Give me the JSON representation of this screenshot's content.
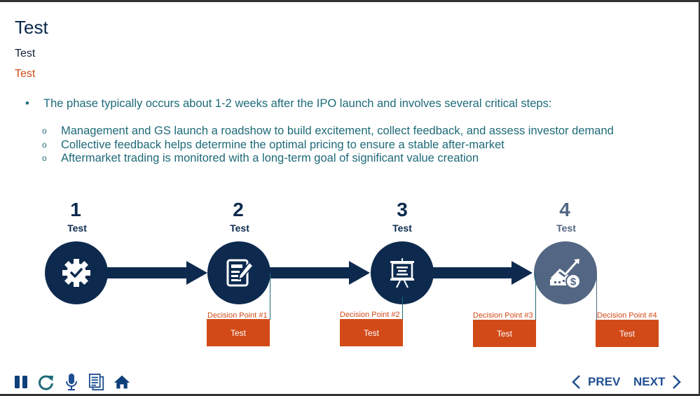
{
  "header": {
    "title": "Test",
    "subtitle": "Test",
    "subtitle_accent": "Test"
  },
  "content": {
    "bullet": "The phase typically occurs about 1-2 weeks after the IPO launch and involves several critical steps:",
    "sub_bullets": [
      "Management and GS launch a roadshow to build excitement, collect feedback, and assess investor demand",
      "Collective feedback helps determine the optimal pricing to ensure a stable after-market",
      "Aftermarket trading is monitored with a long-term goal of significant value creation"
    ]
  },
  "steps": [
    {
      "number": "1",
      "label": "Test",
      "icon": "gear-check-icon"
    },
    {
      "number": "2",
      "label": "Test",
      "icon": "document-edit-icon"
    },
    {
      "number": "3",
      "label": "Test",
      "icon": "presentation-board-icon"
    },
    {
      "number": "4",
      "label": "Test",
      "icon": "growth-chart-dollar-icon"
    }
  ],
  "decision_points": [
    {
      "label": "Decision Point #1",
      "box": "Test"
    },
    {
      "label": "Decision Point #2",
      "box": "Test"
    },
    {
      "label": "Decision Point #3",
      "box": "Test"
    },
    {
      "label": "Decision Point #4",
      "box": "Test"
    }
  ],
  "toolbar": {
    "icons": [
      "pause-icon",
      "replay-icon",
      "microphone-icon",
      "transcript-icon",
      "home-icon"
    ]
  },
  "navigation": {
    "prev_label": "PREV",
    "next_label": "NEXT"
  },
  "colors": {
    "navy": "#0d2a4e",
    "slate": "#536683",
    "accent_orange": "#d24a18",
    "teal_text": "#1e6a78",
    "nav_blue": "#1e4f92"
  }
}
